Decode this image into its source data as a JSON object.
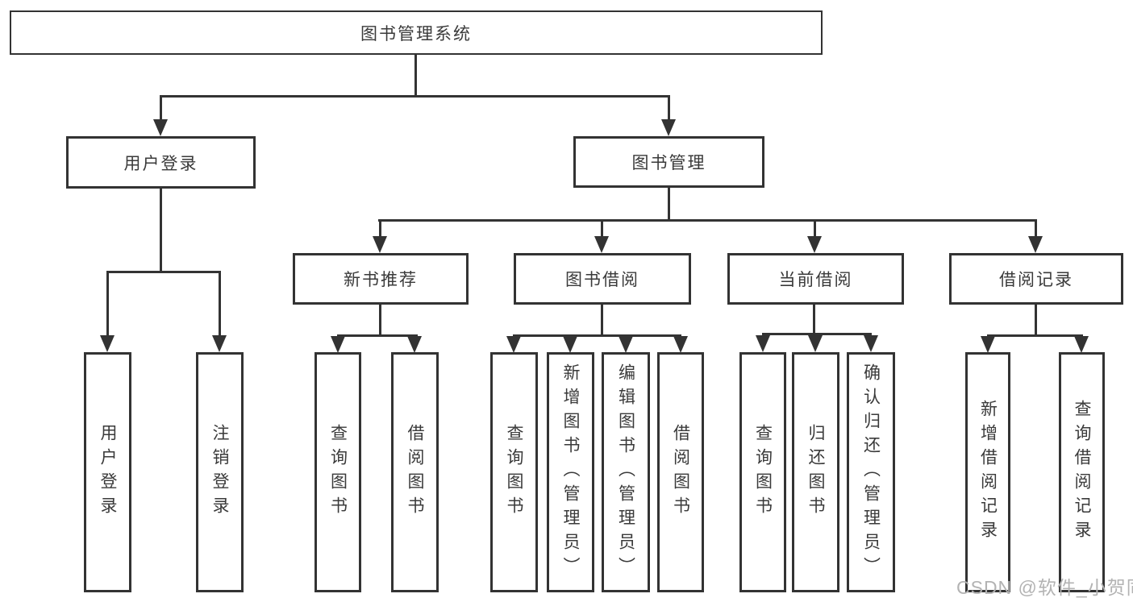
{
  "tree": {
    "root": {
      "label": "图书管理系统"
    },
    "children": [
      {
        "label": "用户登录",
        "children": [
          {
            "label": "用户登录"
          },
          {
            "label": "注销登录"
          }
        ]
      },
      {
        "label": "图书管理",
        "children": [
          {
            "label": "新书推荐",
            "children": [
              {
                "label": "查询图书"
              },
              {
                "label": "借阅图书"
              }
            ]
          },
          {
            "label": "图书借阅",
            "children": [
              {
                "label": "查询图书"
              },
              {
                "label": "新增图书（管理员）"
              },
              {
                "label": "编辑图书（管理员）"
              },
              {
                "label": "借阅图书"
              }
            ]
          },
          {
            "label": "当前借阅",
            "children": [
              {
                "label": "查询图书"
              },
              {
                "label": "归还图书"
              },
              {
                "label": "确认归还（管理员）"
              }
            ]
          },
          {
            "label": "借阅记录",
            "children": [
              {
                "label": "新增借阅记录"
              },
              {
                "label": "查询借阅记录"
              }
            ]
          }
        ]
      }
    ]
  },
  "watermark": {
    "text": "CSDN @软件_小贺同学"
  },
  "colors": {
    "line": "#333333",
    "text": "#3a3a3a",
    "background": "#ffffff",
    "watermark_text": "#b3b3b3"
  }
}
